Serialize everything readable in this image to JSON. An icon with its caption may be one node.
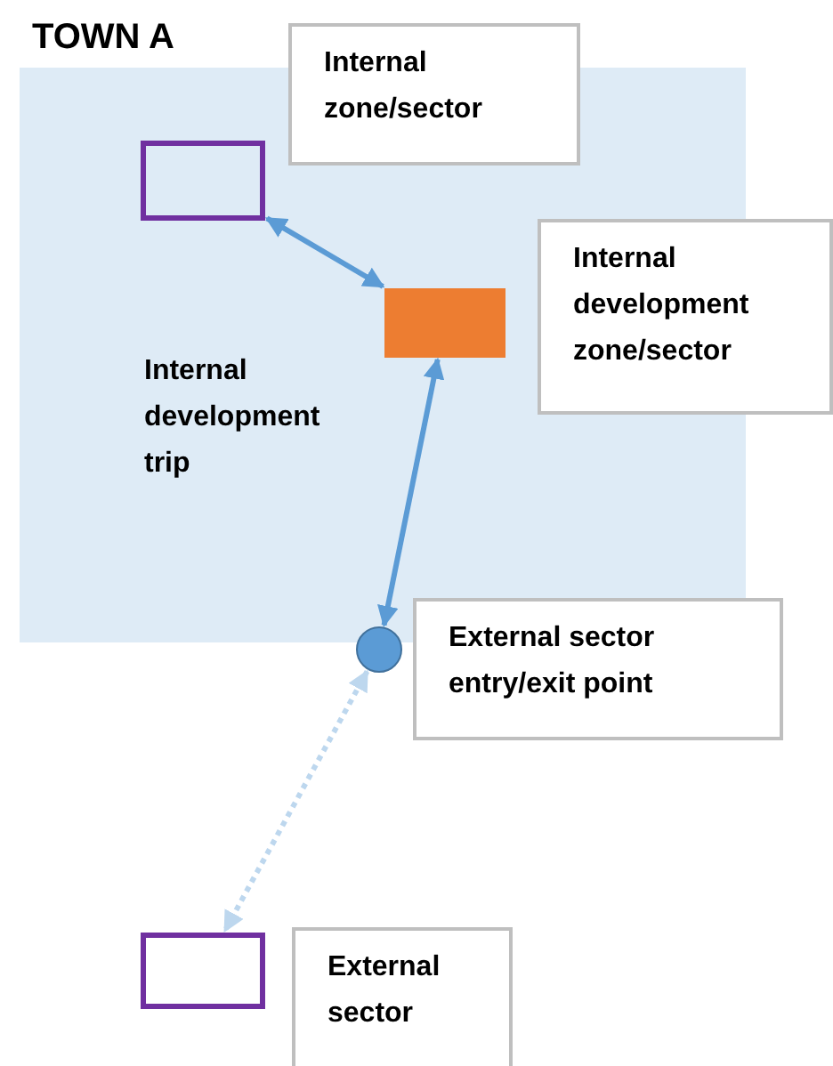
{
  "diagram": {
    "nodes": [
      {
        "text": [
          "TOWN A"
        ]
      },
      {
        "text": [],
        "shape": "box",
        "in": 0
      },
      {
        "text": [
          "Internal zone/sector"
        ]
      },
      {
        "text": [],
        "shape": "box",
        "in": 0
      },
      {
        "text": [
          "Internal development zone/sector"
        ]
      },
      {
        "text": [],
        "shape": "circle"
      },
      {
        "text": [
          "External sector entry/exit point"
        ]
      },
      {
        "text": [],
        "shape": "box"
      },
      {
        "text": [
          "External sector"
        ]
      }
    ],
    "edges": [
      {
        "from": 1,
        "to": 3,
        "arrow": "both"
      },
      {
        "from": 3,
        "to": 5,
        "arrow": "both"
      },
      {
        "from": 5,
        "to": 7,
        "arrow": "both",
        "style": "dashed",
        "color": "#bdd7ee"
      }
    ],
    "labels": [
      "Internal development trip"
    ]
  }
}
